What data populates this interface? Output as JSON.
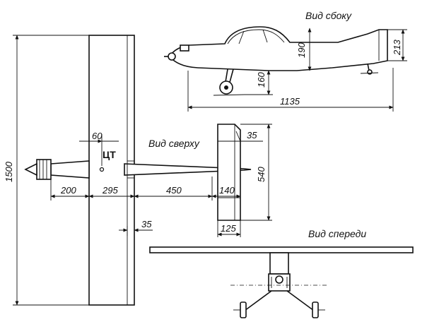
{
  "views": {
    "side": "Вид сбоку",
    "top": "Вид сверху",
    "front": "Вид спереди"
  },
  "cg_label": "ЦТ",
  "dimensions": {
    "wingspan": "1500",
    "length": "1135",
    "fuselage_height": "190",
    "tail_height": "213",
    "gear_height": "160",
    "cg_offset": "60",
    "stab_offset": "35",
    "stab_span": "540",
    "nose_length": "200",
    "wing_chord": "295",
    "tail_boom": "450",
    "stab_chord": "140",
    "stab_tip": "125",
    "aileron": "35"
  }
}
